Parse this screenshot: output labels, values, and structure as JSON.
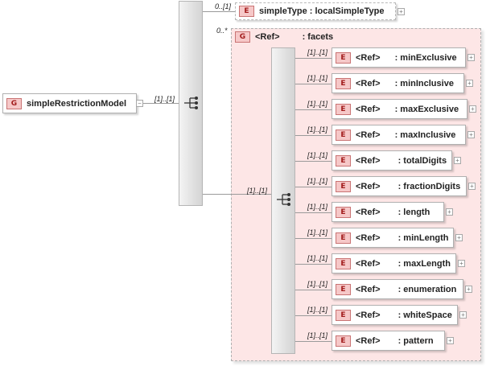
{
  "root": {
    "badge": "G",
    "label": "simpleRestrictionModel",
    "expander": "−",
    "multiplicity": "[1]..[1]"
  },
  "top_sequence": {
    "simple_type": {
      "multiplicity": "0..[1]",
      "badge": "E",
      "label": "simpleType : localSimpleType",
      "expander": "+"
    }
  },
  "facets": {
    "multiplicity": "0..*",
    "badge": "G",
    "ref": "<Ref>",
    "label": ": facets",
    "sequence_multiplicity": "[1]..[1]",
    "items": [
      {
        "multiplicity": "[1]..[1]",
        "badge": "E",
        "ref": "<Ref>",
        "name": ": minExclusive",
        "expander": "+"
      },
      {
        "multiplicity": "[1]..[1]",
        "badge": "E",
        "ref": "<Ref>",
        "name": ": minInclusive",
        "expander": "+"
      },
      {
        "multiplicity": "[1]..[1]",
        "badge": "E",
        "ref": "<Ref>",
        "name": ": maxExclusive",
        "expander": "+"
      },
      {
        "multiplicity": "[1]..[1]",
        "badge": "E",
        "ref": "<Ref>",
        "name": ": maxInclusive",
        "expander": "+"
      },
      {
        "multiplicity": "[1]..[1]",
        "badge": "E",
        "ref": "<Ref>",
        "name": ": totalDigits",
        "expander": "+"
      },
      {
        "multiplicity": "[1]..[1]",
        "badge": "E",
        "ref": "<Ref>",
        "name": ": fractionDigits",
        "expander": "+"
      },
      {
        "multiplicity": "[1]..[1]",
        "badge": "E",
        "ref": "<Ref>",
        "name": ": length",
        "expander": "+"
      },
      {
        "multiplicity": "[1]..[1]",
        "badge": "E",
        "ref": "<Ref>",
        "name": ": minLength",
        "expander": "+"
      },
      {
        "multiplicity": "[1]..[1]",
        "badge": "E",
        "ref": "<Ref>",
        "name": ": maxLength",
        "expander": "+"
      },
      {
        "multiplicity": "[1]..[1]",
        "badge": "E",
        "ref": "<Ref>",
        "name": ": enumeration",
        "expander": "+"
      },
      {
        "multiplicity": "[1]..[1]",
        "badge": "E",
        "ref": "<Ref>",
        "name": ": whiteSpace",
        "expander": "+"
      },
      {
        "multiplicity": "[1]..[1]",
        "badge": "E",
        "ref": "<Ref>",
        "name": ": pattern",
        "expander": "+"
      }
    ]
  }
}
